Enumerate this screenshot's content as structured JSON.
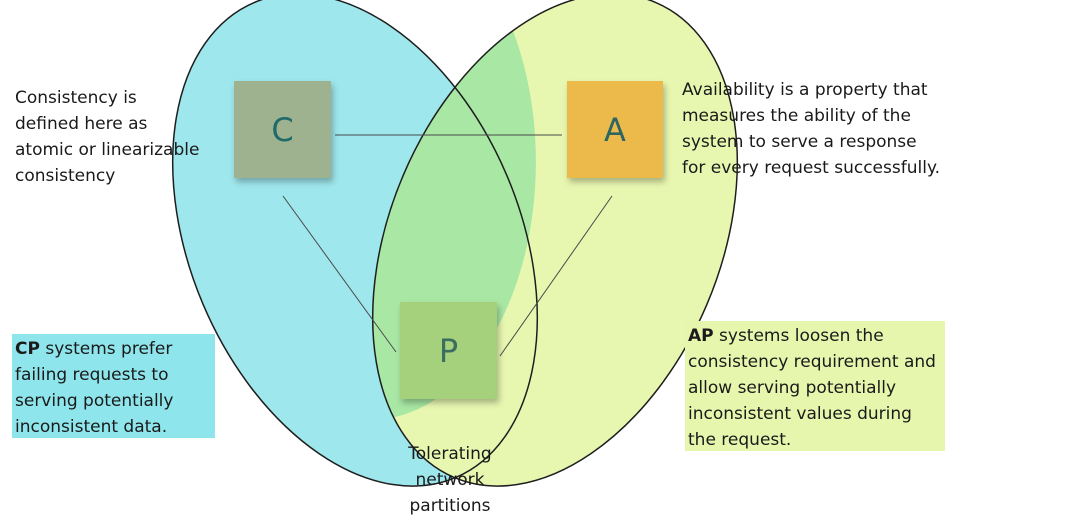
{
  "colors": {
    "consistency_ellipse": "#9ee7ec",
    "availability_ellipse": "#e8f7b0",
    "overlap": "#a9e7a4",
    "note_c": "#9fb28f",
    "note_a": "#ecba4a",
    "note_p": "#a5d07c",
    "cp_callout_bg": "#8ee6ec",
    "ap_callout_bg": "#e7f6ad"
  },
  "notes": {
    "c": "C",
    "a": "A",
    "p": "P"
  },
  "consistency_text": [
    "Consistency is",
    "defined here as",
    "atomic or linearizable",
    "consistency"
  ],
  "availability_text": [
    "Availability is a property that",
    "measures the ability of the",
    "system to serve a response",
    "for every request successfully."
  ],
  "cp": {
    "bold": "CP",
    "rest": " systems prefer failing requests to serving potentially inconsistent data."
  },
  "ap": {
    "bold": "AP",
    "rest": " systems loosen the consistency requirement and allow serving potentially inconsistent values during the request."
  },
  "partition_text": [
    "Tolerating",
    "network",
    "partitions"
  ]
}
